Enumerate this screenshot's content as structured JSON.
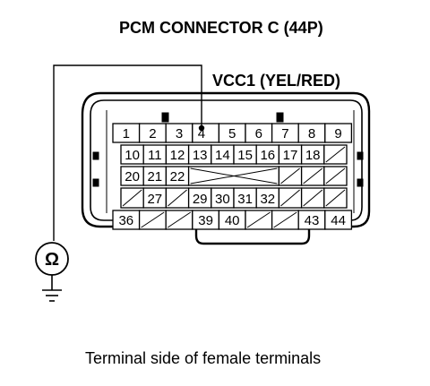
{
  "title": "PCM CONNECTOR C (44P)",
  "wire_label": "VCC1 (YEL/RED)",
  "caption": "Terminal side of female terminals",
  "meter_symbol": "Ω",
  "probe_terminal": "4",
  "rows": [
    [
      {
        "label": "1"
      },
      {
        "label": "2"
      },
      {
        "label": "3"
      },
      {
        "label": "4"
      },
      {
        "label": "5"
      },
      {
        "label": "6"
      },
      {
        "label": "7"
      },
      {
        "label": "8"
      },
      {
        "label": "9"
      }
    ],
    [
      {
        "label": "10"
      },
      {
        "label": "11"
      },
      {
        "label": "12"
      },
      {
        "label": "13"
      },
      {
        "label": "14"
      },
      {
        "label": "15"
      },
      {
        "label": "16"
      },
      {
        "label": "17"
      },
      {
        "label": "18"
      },
      {
        "empty": true
      }
    ],
    [
      {
        "label": "20"
      },
      {
        "label": "21"
      },
      {
        "label": "22"
      },
      {
        "empty": true,
        "span": 4,
        "cross": true
      },
      {
        "empty": true
      },
      {
        "empty": true
      },
      {
        "empty": true
      }
    ],
    [
      {
        "empty": true
      },
      {
        "label": "27"
      },
      {
        "empty": true
      },
      {
        "label": "29"
      },
      {
        "label": "30"
      },
      {
        "label": "31"
      },
      {
        "label": "32"
      },
      {
        "empty": true
      },
      {
        "empty": true
      },
      {
        "empty": true
      }
    ],
    [
      {
        "label": "36"
      },
      {
        "empty": true
      },
      {
        "empty": true
      },
      {
        "label": "39"
      },
      {
        "label": "40"
      },
      {
        "empty": true
      },
      {
        "empty": true
      },
      {
        "label": "43"
      },
      {
        "label": "44"
      }
    ]
  ]
}
